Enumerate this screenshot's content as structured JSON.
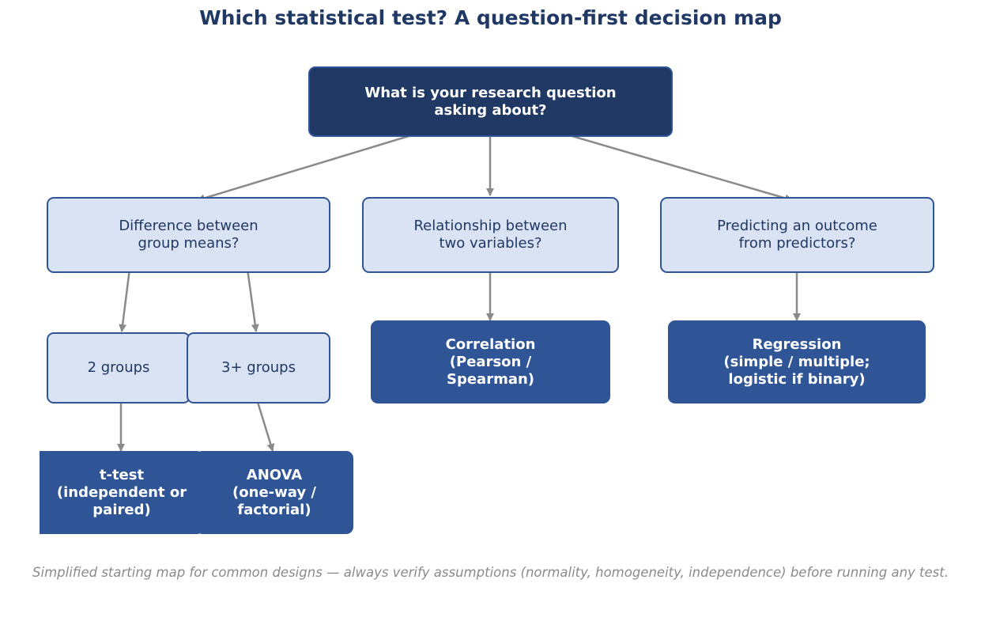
{
  "title": "Which statistical test? A question-first decision map",
  "colors": {
    "root_fill": "#1f3864",
    "question_fill": "#dae3f3",
    "answer_fill": "#2f5597",
    "border": "#2f5597",
    "arrow": "#8a8a8a",
    "title_text": "#1f3864"
  },
  "nodes": {
    "root": "What is your research question\nasking about?",
    "difference": "Difference between\ngroup means?",
    "relationship": "Relationship between\ntwo variables?",
    "predicting": "Predicting an outcome\nfrom predictors?",
    "two_groups": "2 groups",
    "three_groups": "3+ groups",
    "correlation": "Correlation\n(Pearson /\nSpearman)",
    "regression": "Regression\n(simple / multiple;\nlogistic if binary)",
    "ttest": "t-test\n(independent or\npaired)",
    "anova": "ANOVA\n(one-way /\nfactorial)"
  },
  "footnote": "Simplified starting map for common designs — always verify assumptions (normality, homogeneity, independence) before running any test."
}
